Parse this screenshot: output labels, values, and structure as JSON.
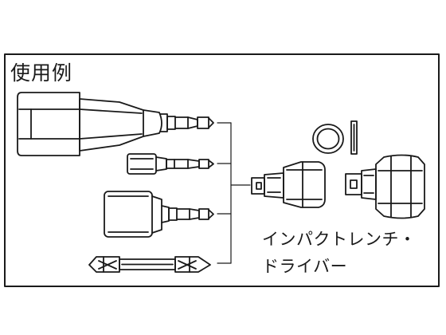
{
  "panel": {
    "title": "使用例",
    "caption_line1": "インパクトレンチ・",
    "caption_line2": "ドライバー"
  }
}
